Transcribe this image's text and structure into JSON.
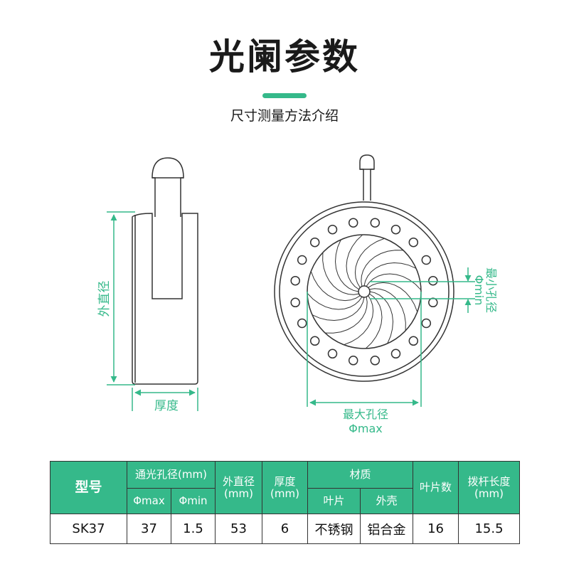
{
  "header": {
    "title": "光阑参数",
    "subtitle": "尺寸测量方法介绍",
    "accent_color": "#35b98a"
  },
  "diagram": {
    "side_view": {
      "outer_diameter_label": "外直径",
      "thickness_label": "厚度"
    },
    "front_view": {
      "min_aperture_label": "最小孔径",
      "min_aperture_symbol": "Φmin",
      "max_aperture_label": "最大孔径",
      "max_aperture_symbol": "Φmax"
    }
  },
  "table": {
    "headers": {
      "model": "型号",
      "clear_aperture": "通光孔径(mm)",
      "phi_max": "Φmax",
      "phi_min": "Φmin",
      "outer_diameter": "外直径",
      "outer_diameter_unit": "(mm)",
      "thickness": "厚度",
      "thickness_unit": "(mm)",
      "material": "材质",
      "blade": "叶片",
      "shell": "外壳",
      "blade_count": "叶片数",
      "lever_length": "拨杆长度",
      "lever_length_unit": "(mm)"
    },
    "row": {
      "model": "SK37",
      "phi_max": "37",
      "phi_min": "1.5",
      "outer_diameter": "53",
      "thickness": "6",
      "blade": "不锈钢",
      "shell": "铝合金",
      "blade_count": "16",
      "lever_length": "15.5"
    }
  }
}
